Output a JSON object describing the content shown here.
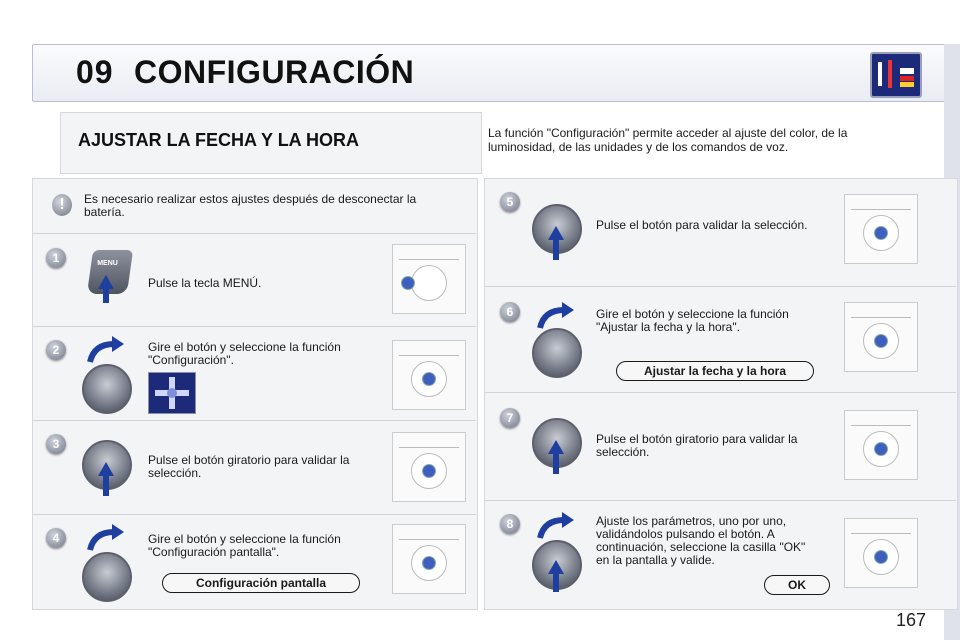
{
  "header": {
    "chapter_number": "09",
    "chapter_title": "CONFIGURACIÓN"
  },
  "section": {
    "title": "AJUSTAR LA FECHA Y LA HORA",
    "intro": "La función \"Configuración\" permite acceder al ajuste del color, de la luminosidad, de las unidades y de los comandos de voz."
  },
  "warning": {
    "text": "Es necesario realizar estos ajustes después de desconectar la batería."
  },
  "steps": [
    {
      "number": "1",
      "key_label": "MENU",
      "text": "Pulse la tecla MENÚ."
    },
    {
      "number": "2",
      "text": "Gire el botón y seleccione la función \"Configuración\"."
    },
    {
      "number": "3",
      "text": "Pulse el botón giratorio para validar la selección."
    },
    {
      "number": "4",
      "text": "Gire el botón y seleccione la función \"Configuración pantalla\".",
      "pill": "Configuración pantalla"
    },
    {
      "number": "5",
      "text": "Pulse el botón para validar la selección."
    },
    {
      "number": "6",
      "text": "Gire el botón y seleccione la función \"Ajustar la fecha y la hora\".",
      "pill": "Ajustar la fecha y la hora"
    },
    {
      "number": "7",
      "text": "Pulse el botón giratorio para validar la selección."
    },
    {
      "number": "8",
      "text": "Ajuste los parámetros, uno por uno, validándolos pulsando el botón. A continuación, seleccione la casilla \"OK\" en la pantalla y valide.",
      "pill": "OK"
    }
  ],
  "page_number": "167",
  "colors": {
    "accent_blue": "#1d2a7a",
    "panel_bg": "#f3f4f6"
  }
}
